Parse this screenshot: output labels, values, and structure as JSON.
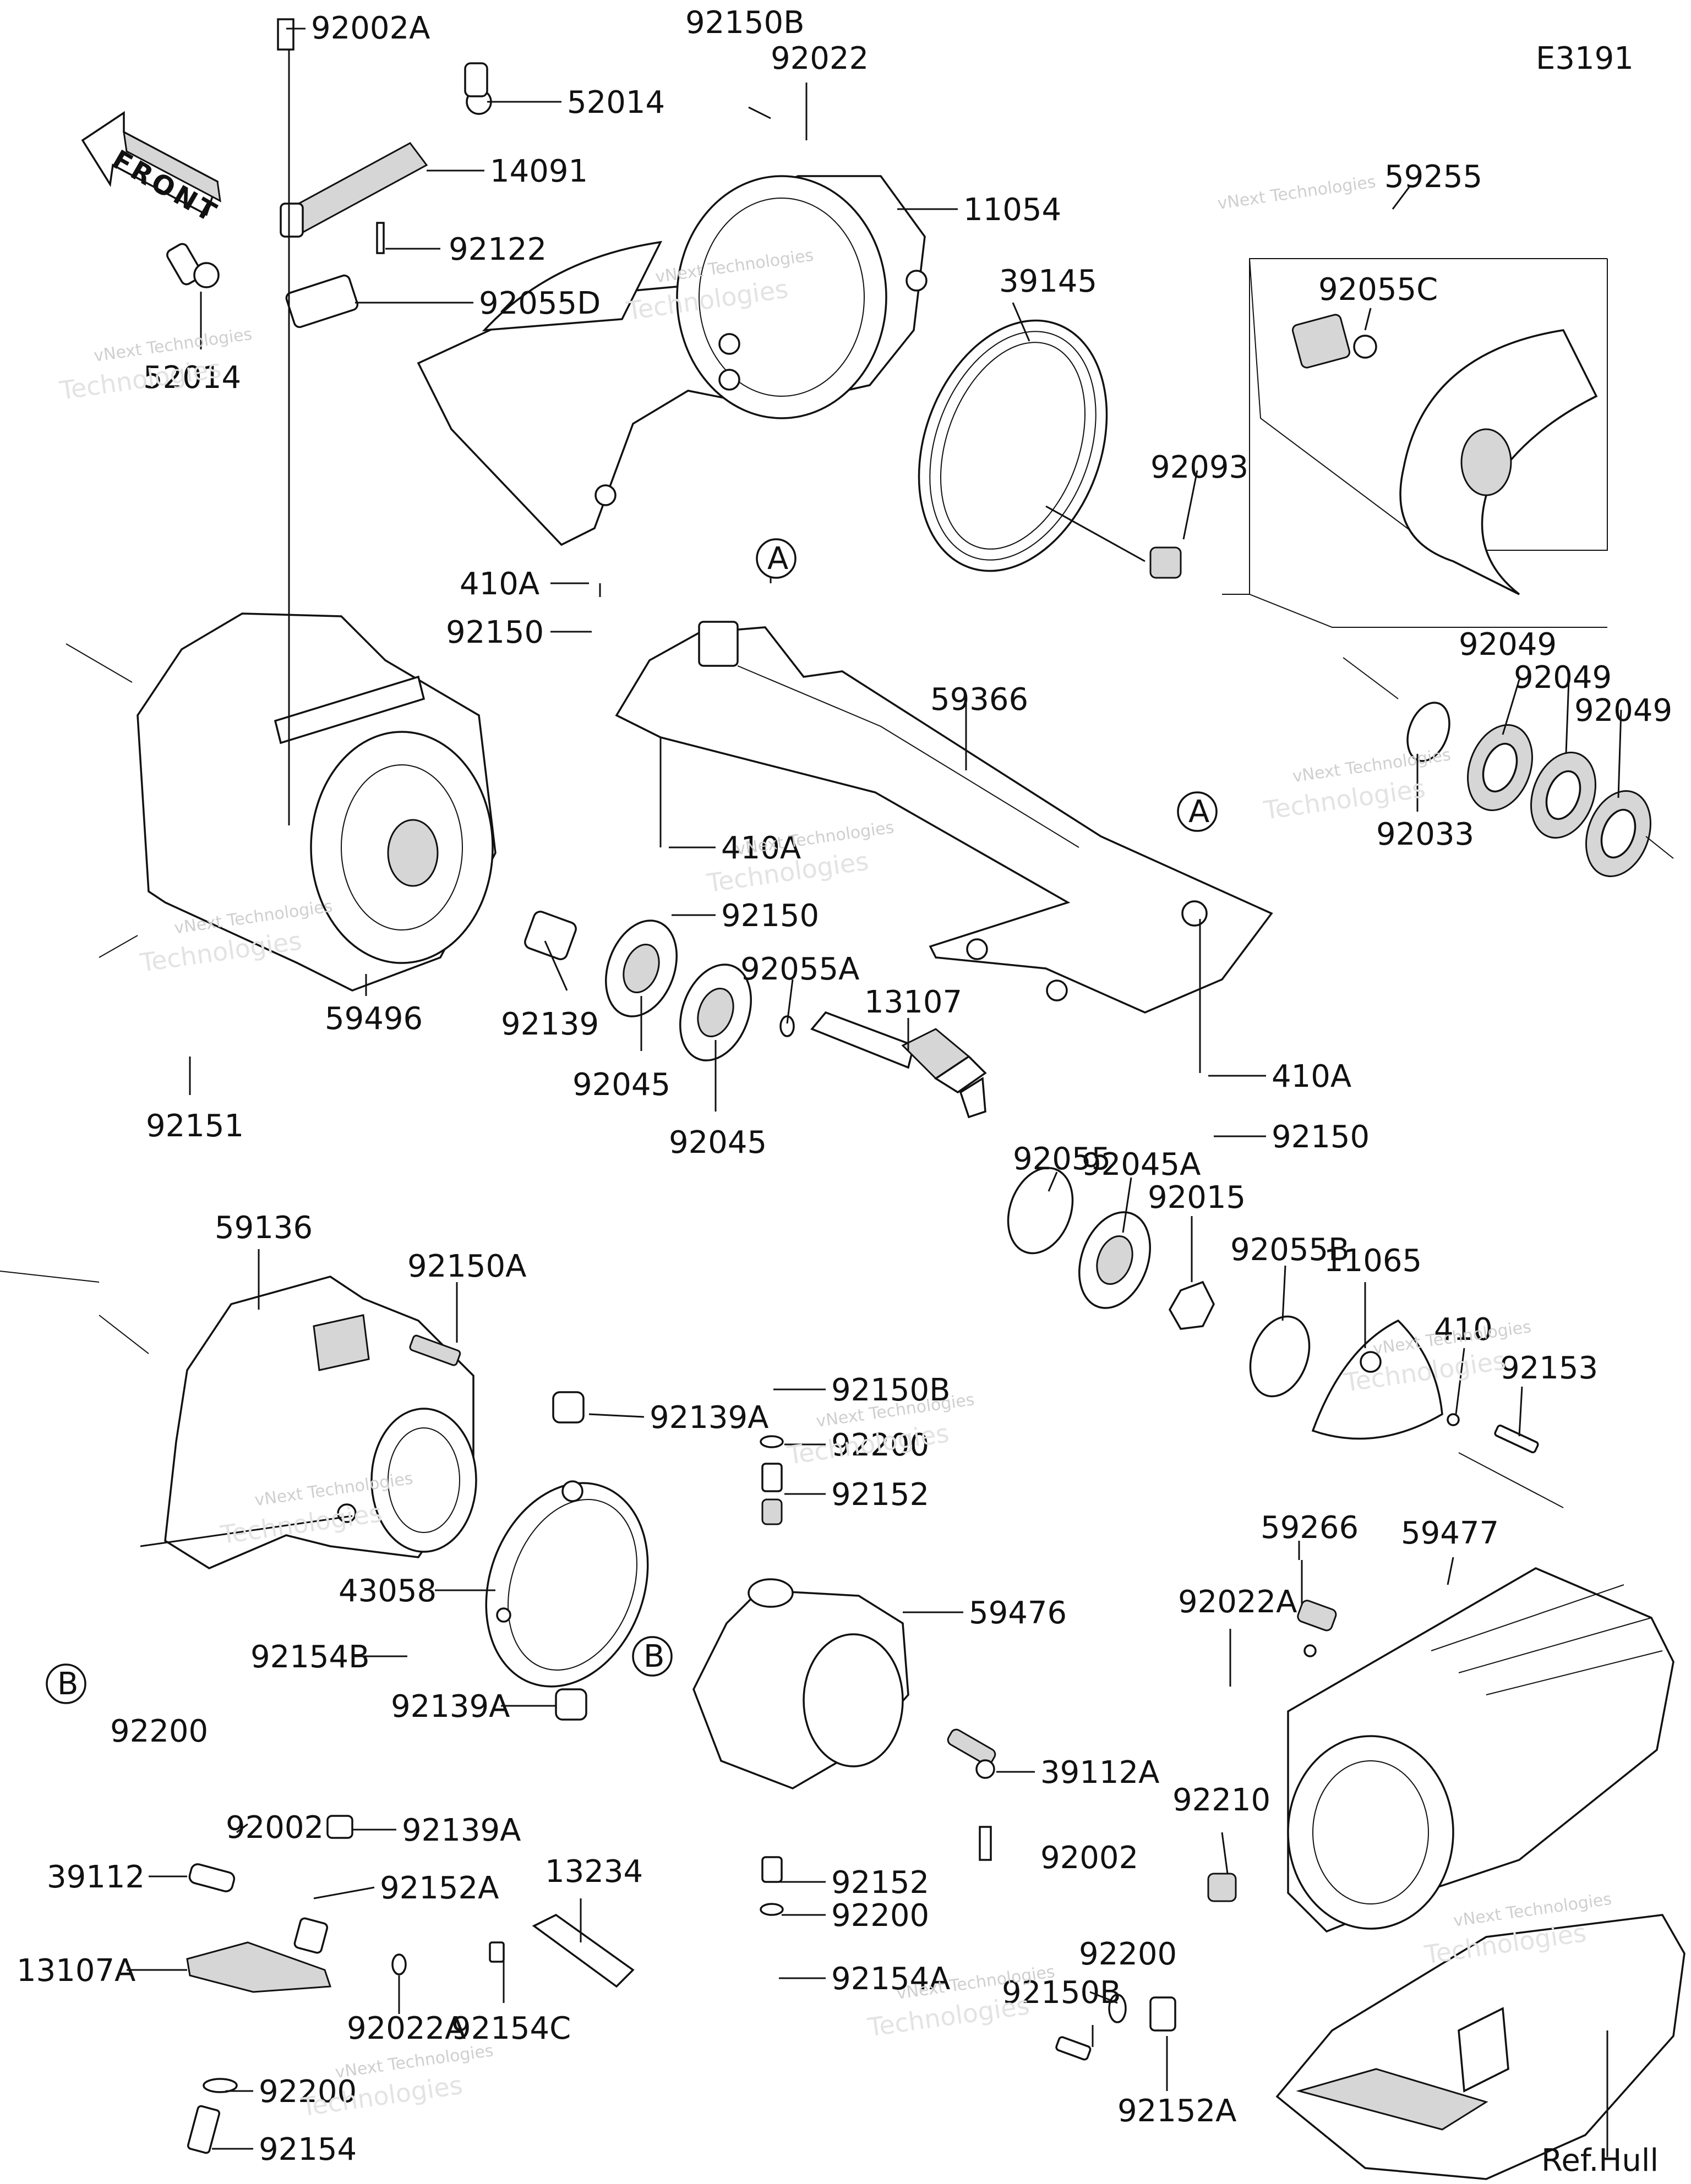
{
  "diagram_code": "E3191",
  "front_label": "FRONT",
  "ref_label": "Ref.Hull",
  "ref_marks": {
    "a": "A",
    "b": "B"
  },
  "watermark": {
    "line1": "vNext Technologies",
    "line2": "Technologies"
  },
  "parts": [
    "92002A",
    "52014",
    "14091",
    "52014",
    "92122",
    "92055D",
    "92150B",
    "92022",
    "11054",
    "39145",
    "59255",
    "92055C",
    "410A",
    "92150",
    "92093",
    "59366",
    "92049",
    "92049",
    "92049",
    "92033",
    "410A",
    "92150",
    "59496",
    "92151",
    "92139",
    "92045",
    "92045",
    "92055A",
    "13107",
    "410A",
    "92150",
    "92055",
    "92045A",
    "92015",
    "92055B",
    "11065",
    "410",
    "92153",
    "59136",
    "92150A",
    "92150B",
    "92139A",
    "92200",
    "92152",
    "43058",
    "59476",
    "92154B",
    "92139A",
    "92200",
    "39112A",
    "59266",
    "59477",
    "92022A",
    "92002",
    "92139A",
    "92002",
    "39112",
    "92152A",
    "13234",
    "92210",
    "13107A",
    "92022A",
    "92154C",
    "92152",
    "92200",
    "92154A",
    "92200",
    "92150B",
    "92200",
    "92154",
    "92152A"
  ]
}
